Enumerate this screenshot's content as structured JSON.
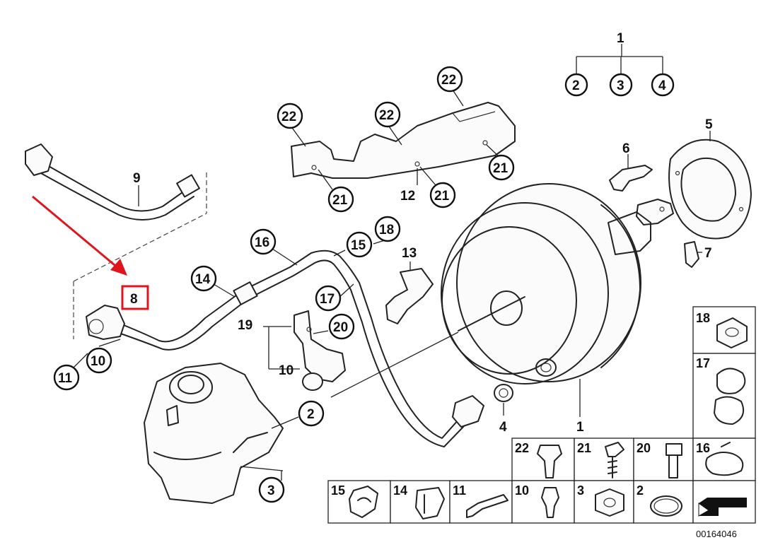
{
  "callouts": {
    "c1_top": "1",
    "c2_top": "2",
    "c3_top": "3",
    "c4_top": "4",
    "c5": "5",
    "c6": "6",
    "c7": "7",
    "c8": "8",
    "c9": "9",
    "c10_bottom": "10",
    "c10_mid": "10",
    "c11": "11",
    "c12": "12",
    "c13": "13",
    "c14": "14",
    "c15": "15",
    "c16": "16",
    "c17": "17",
    "c18": "18",
    "c19": "19",
    "c20": "20",
    "c21_a": "21",
    "c21_b": "21",
    "c21_c": "21",
    "c22_a": "22",
    "c22_b": "22",
    "c22_c": "22",
    "c2_low": "2",
    "c3_low": "3",
    "c4_low": "4",
    "c1_low": "1"
  },
  "parts_grid": {
    "right_column": [
      "18",
      "17"
    ],
    "row_top": [
      "22",
      "21",
      "20",
      "16"
    ],
    "row_bottom": [
      "15",
      "14",
      "11",
      "10",
      "3",
      "2"
    ]
  },
  "document_number": "00164046",
  "highlight": {
    "label": "8",
    "color": "#e0141c"
  }
}
